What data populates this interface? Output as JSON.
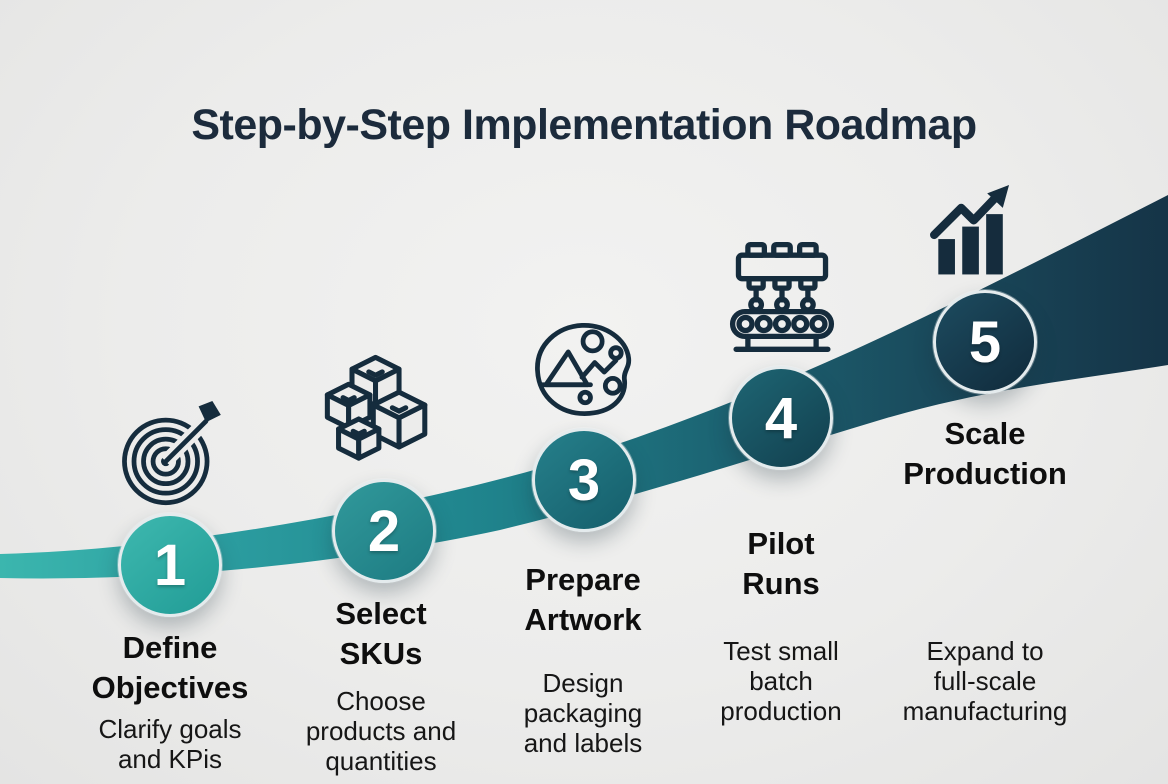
{
  "title": "Step-by-Step Implementation Roadmap",
  "colors": {
    "background": "#ececeb",
    "title_text": "#1c2b3c",
    "ribbon_start": "#3bb6ae",
    "ribbon_end": "#153447",
    "icon_stroke": "#152c3d",
    "step_circle_colors": [
      "#2daaa3",
      "#278b8e",
      "#1e6f7b",
      "#185261",
      "#16394d"
    ],
    "number_text": "#ffffff",
    "step_title_text": "#0e0e0e",
    "step_subtitle_text": "#161616"
  },
  "steps": [
    {
      "number": "1",
      "icon": "target-icon",
      "title": "Define\nObjectives",
      "subtitle": "Clarify goals\nand KPis"
    },
    {
      "number": "2",
      "icon": "boxes-icon",
      "title": "Select\nSKUs",
      "subtitle": "Choose\nproducts and\nquantities"
    },
    {
      "number": "3",
      "icon": "palette-icon",
      "title": "Prepare\nArtwork",
      "subtitle": "Design\npackaging\nand labels"
    },
    {
      "number": "4",
      "icon": "conveyor-icon",
      "title": "Pilot\nRuns",
      "subtitle": "Test small\nbatch\nproduction"
    },
    {
      "number": "5",
      "icon": "growth-chart-icon",
      "title": "Scale\nProduction",
      "subtitle": "Expand to\nfull-scale\nmanufacturing"
    }
  ]
}
